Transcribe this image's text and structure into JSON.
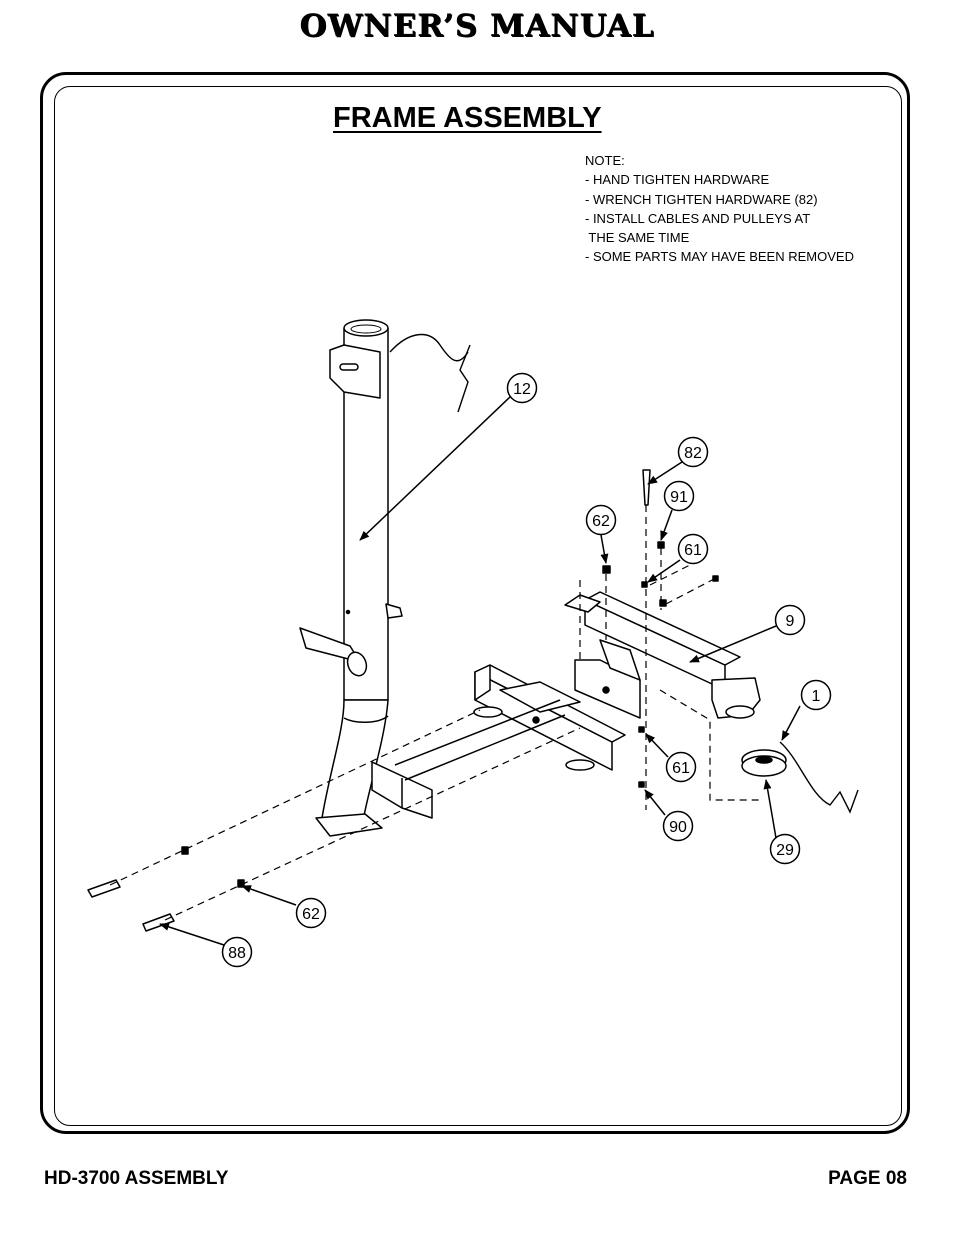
{
  "header": {
    "title": "OWNER’S MANUAL"
  },
  "section": {
    "title": "FRAME ASSEMBLY"
  },
  "notes": [
    "NOTE:",
    "- HAND TIGHTEN HARDWARE",
    "- WRENCH TIGHTEN HARDWARE (82)",
    "- INSTALL CABLES AND PULLEYS AT",
    " THE SAME TIME",
    "- SOME PARTS MAY HAVE BEEN REMOVED"
  ],
  "callouts": [
    {
      "id": "12",
      "label": "12"
    },
    {
      "id": "82",
      "label": "82"
    },
    {
      "id": "91",
      "label": "91"
    },
    {
      "id": "62a",
      "label": "62"
    },
    {
      "id": "61a",
      "label": "61"
    },
    {
      "id": "9",
      "label": "9"
    },
    {
      "id": "1",
      "label": "1"
    },
    {
      "id": "61b",
      "label": "61"
    },
    {
      "id": "90",
      "label": "90"
    },
    {
      "id": "29",
      "label": "29"
    },
    {
      "id": "62b",
      "label": "62"
    },
    {
      "id": "88",
      "label": "88"
    }
  ],
  "footer": {
    "left": "HD-3700 ASSEMBLY",
    "right": "PAGE 08"
  }
}
